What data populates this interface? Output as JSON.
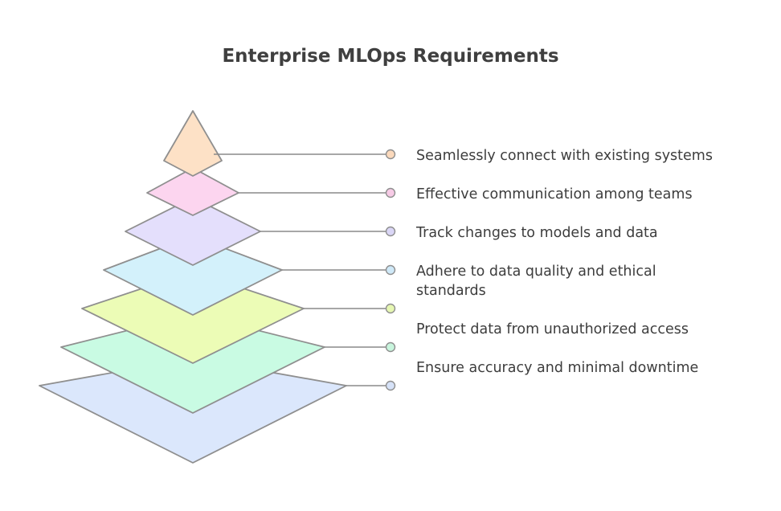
{
  "diagram": {
    "title": "Enterprise MLOps Requirements",
    "levels": [
      {
        "lines": [
          "Seamlessly connect with existing systems"
        ],
        "color": "#fde1c6"
      },
      {
        "lines": [
          "Effective communication among teams"
        ],
        "color": "#fcd5ef"
      },
      {
        "lines": [
          "Track changes to models and data"
        ],
        "color": "#e4dffc"
      },
      {
        "lines": [
          "Adhere to data quality and ethical",
          "standards"
        ],
        "color": "#d3f1fb"
      },
      {
        "lines": [
          "Protect data from unauthorized access"
        ],
        "color": "#ecfcb6"
      },
      {
        "lines": [
          "Ensure accuracy and minimal downtime"
        ],
        "color": "#c9fbe3"
      },
      {
        "lines": [
          ""
        ],
        "color": "#dbe7fc"
      }
    ],
    "dot_colors": [
      "#fbd9bc",
      "#f7cbe6",
      "#dad6f6",
      "#cfe9f8",
      "#e6f7b2",
      "#c8f5dd",
      "#d6e2f8"
    ]
  }
}
